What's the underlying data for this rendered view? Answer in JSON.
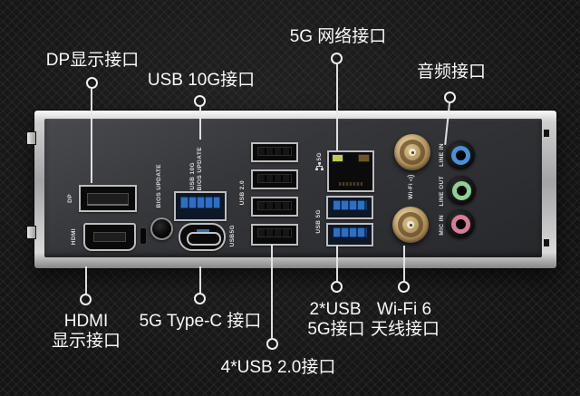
{
  "callouts": {
    "dp": {
      "label": "DP显示接口"
    },
    "usb10g": {
      "label": "USB 10G接口"
    },
    "lan": {
      "label": "5G 网络接口"
    },
    "audio": {
      "label": "音频接口"
    },
    "hdmi": {
      "line1": "HDMI",
      "line2": "显示接口"
    },
    "typec": {
      "label": "5G Type-C 接口"
    },
    "usb20": {
      "label": "4*USB 2.0接口"
    },
    "usb5g": {
      "line1": "2*USB",
      "line2": "5G接口"
    },
    "wifi": {
      "line1": "Wi-Fi 6",
      "line2": "天线接口"
    }
  },
  "panel": {
    "dp_label": "DP",
    "hdmi_label": "HDMI",
    "bios_button_label": "BIOS UPDATE",
    "usb10g_col1": "USB 10G",
    "usb10g_col2": "BIOS UPDATE",
    "usbc_label": "USB5G",
    "usb20_label": "USB 2.0",
    "lan_label": "5G",
    "usb5g_label": "USB 5G",
    "wifi_label": "Wi-Fi",
    "line_in_label": "LINE IN",
    "line_out_label": "LINE OUT",
    "mic_in_label": "MIC IN"
  },
  "colors": {
    "usb_blue": "#2c6fc4",
    "led_green": "#c2c94e",
    "led_amber": "#6e5523",
    "antenna_gold": "#c2a06b",
    "line_in": "#4a90d9",
    "line_out": "#8ed096",
    "mic_in": "#d67c98",
    "callout": "#f1f1f1"
  }
}
